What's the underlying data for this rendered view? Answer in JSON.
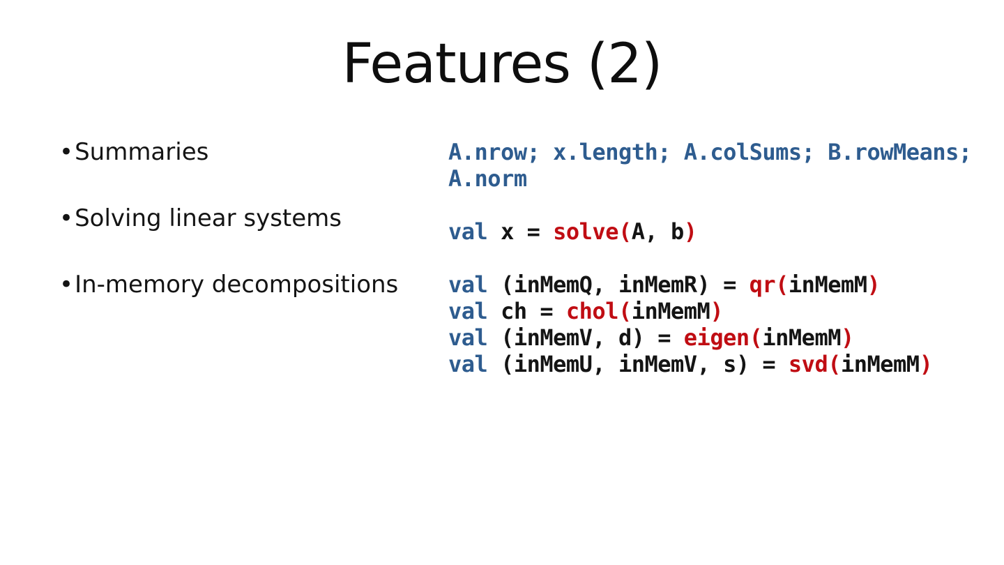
{
  "slide": {
    "title": "Features (2)",
    "bullets": [
      {
        "marker": "•",
        "text": "Summaries"
      },
      {
        "marker": "•",
        "text": "Solving linear systems"
      },
      {
        "marker": "•",
        "text": "In-memory decompositions"
      }
    ],
    "code": {
      "lines": [
        {
          "tokens": [
            {
              "t": "A.nrow; x.length; A.colSums; B.rowMeans;",
              "c": "blue"
            }
          ]
        },
        {
          "tokens": [
            {
              "t": "A.norm",
              "c": "blue"
            }
          ]
        },
        {
          "tokens": []
        },
        {
          "tokens": [
            {
              "t": "val",
              "c": "blue"
            },
            {
              "t": " x = ",
              "c": "plain"
            },
            {
              "t": "solve(",
              "c": "red"
            },
            {
              "t": "A, b",
              "c": "plain"
            },
            {
              "t": ")",
              "c": "red"
            }
          ]
        },
        {
          "tokens": []
        },
        {
          "tokens": [
            {
              "t": "val",
              "c": "blue"
            },
            {
              "t": " (inMemQ, inMemR) = ",
              "c": "plain"
            },
            {
              "t": "qr(",
              "c": "red"
            },
            {
              "t": "inMemM",
              "c": "plain"
            },
            {
              "t": ")",
              "c": "red"
            }
          ]
        },
        {
          "tokens": [
            {
              "t": "val",
              "c": "blue"
            },
            {
              "t": " ch = ",
              "c": "plain"
            },
            {
              "t": "chol(",
              "c": "red"
            },
            {
              "t": "inMemM",
              "c": "plain"
            },
            {
              "t": ")",
              "c": "red"
            }
          ]
        },
        {
          "tokens": [
            {
              "t": "val",
              "c": "blue"
            },
            {
              "t": " (inMemV, d) = ",
              "c": "plain"
            },
            {
              "t": "eigen(",
              "c": "red"
            },
            {
              "t": "inMemM",
              "c": "plain"
            },
            {
              "t": ")",
              "c": "red"
            }
          ]
        },
        {
          "tokens": [
            {
              "t": "val",
              "c": "blue"
            },
            {
              "t": " (inMemU, inMemV, s) = ",
              "c": "plain"
            },
            {
              "t": "svd(",
              "c": "red"
            },
            {
              "t": "inMemM",
              "c": "plain"
            },
            {
              "t": ")",
              "c": "red"
            }
          ]
        }
      ]
    },
    "colors": {
      "background": "#ffffff",
      "title_text": "#0e0e0e",
      "bullet_text": "#141414",
      "code_blue": "#2e5c8f",
      "code_red": "#c00d13",
      "code_black": "#141414"
    }
  }
}
